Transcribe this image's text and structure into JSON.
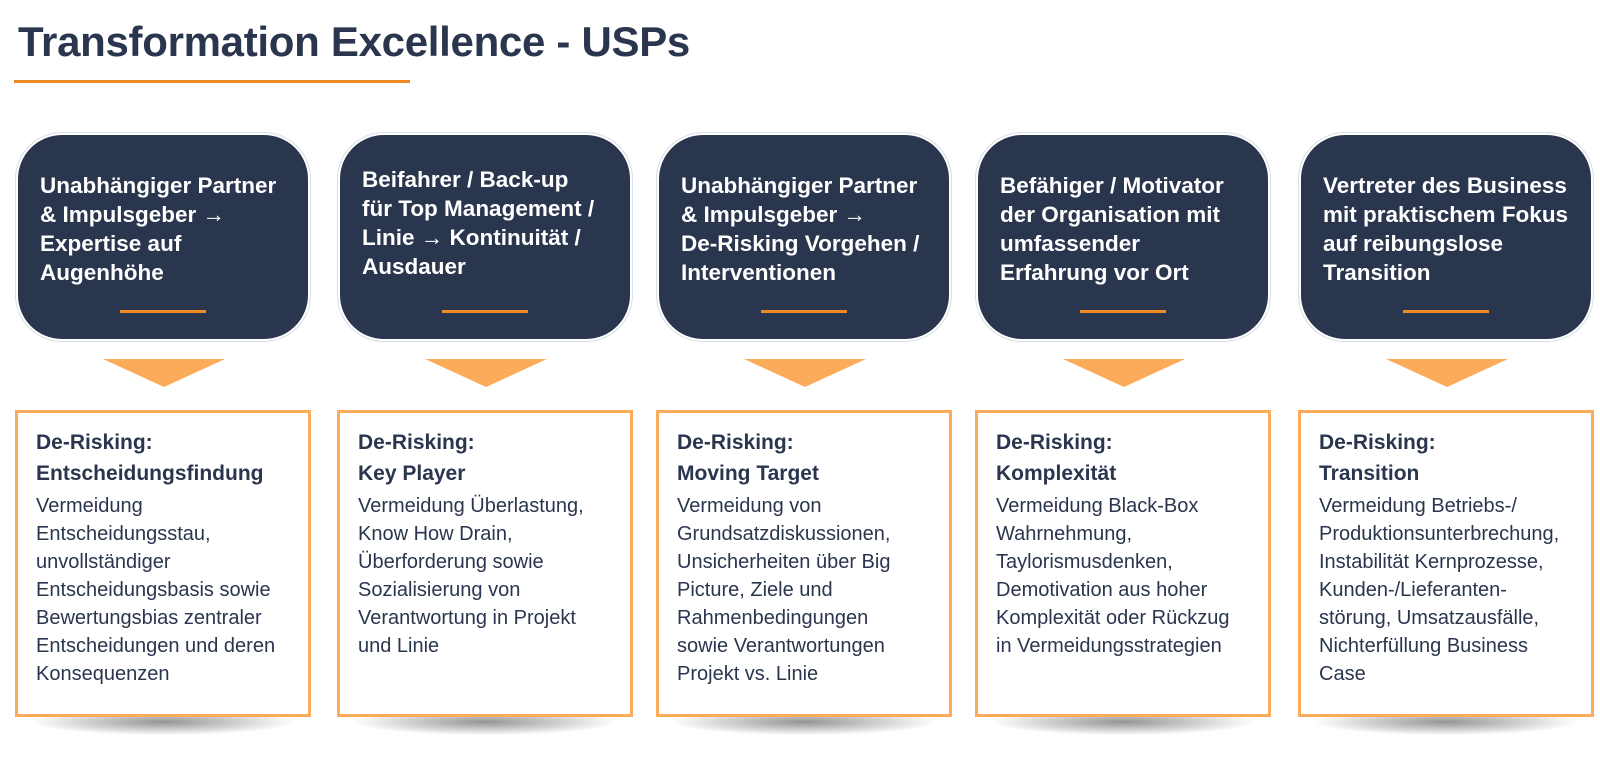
{
  "page": {
    "title": "Transformation Excellence - USPs"
  },
  "colors": {
    "navy": "#2a354e",
    "accent_orange": "#f08a24",
    "light_orange": "#fbab5a",
    "background": "#ffffff"
  },
  "columns": [
    {
      "headline": "Unabhängiger Partner\n& Impulsgeber  →\nExpertise auf\nAugenhöhe",
      "risk_title": "De-Risking:",
      "risk_subtitle": "Entscheidungsfindung",
      "risk_text": "Vermeidung\nEntscheidungsstau,\nunvollständiger\nEntscheidungsbasis sowie\nBewertungsbias zentraler\nEntscheidungen und deren\nKonsequenzen"
    },
    {
      "headline": "Beifahrer / Back-up\nfür Top Management /\nLinie → Kontinuität /\nAusdauer",
      "risk_title": "De-Risking:",
      "risk_subtitle": "Key Player",
      "risk_text": "Vermeidung Überlastung,\nKnow How Drain,\nÜberforderung sowie\nSozialisierung von\nVerantwortung in Projekt\nund Linie"
    },
    {
      "headline": "Unabhängiger Partner\n& Impulsgeber →\nDe-Risking Vorgehen /\nInterventionen",
      "risk_title": "De-Risking:",
      "risk_subtitle": "Moving Target",
      "risk_text": "Vermeidung von\nGrundsatzdiskussionen,\nUnsicherheiten über Big\nPicture, Ziele und\nRahmenbedingungen\nsowie Verantwortungen\nProjekt vs. Linie"
    },
    {
      "headline": "Befähiger / Motivator\nder Organisation mit\numfassender\nErfahrung vor Ort",
      "risk_title": "De-Risking:",
      "risk_subtitle": "Komplexität",
      "risk_text": "Vermeidung Black-Box\nWahrnehmung,\nTaylorismusdenken,\nDemotivation aus hoher\nKomplexität oder Rückzug\nin Vermeidungsstrategien"
    },
    {
      "headline": "Vertreter des Business\nmit praktischem Fokus\nauf reibungslose\nTransition",
      "risk_title": "De-Risking:",
      "risk_subtitle": "Transition",
      "risk_text": "Vermeidung Betriebs-/\nProduktionsunterbrechung,\nInstabilität Kernprozesse,\nKunden-/Lieferanten-\nstörung, Umsatzausfälle,\nNichterfüllung Business\nCase"
    }
  ]
}
